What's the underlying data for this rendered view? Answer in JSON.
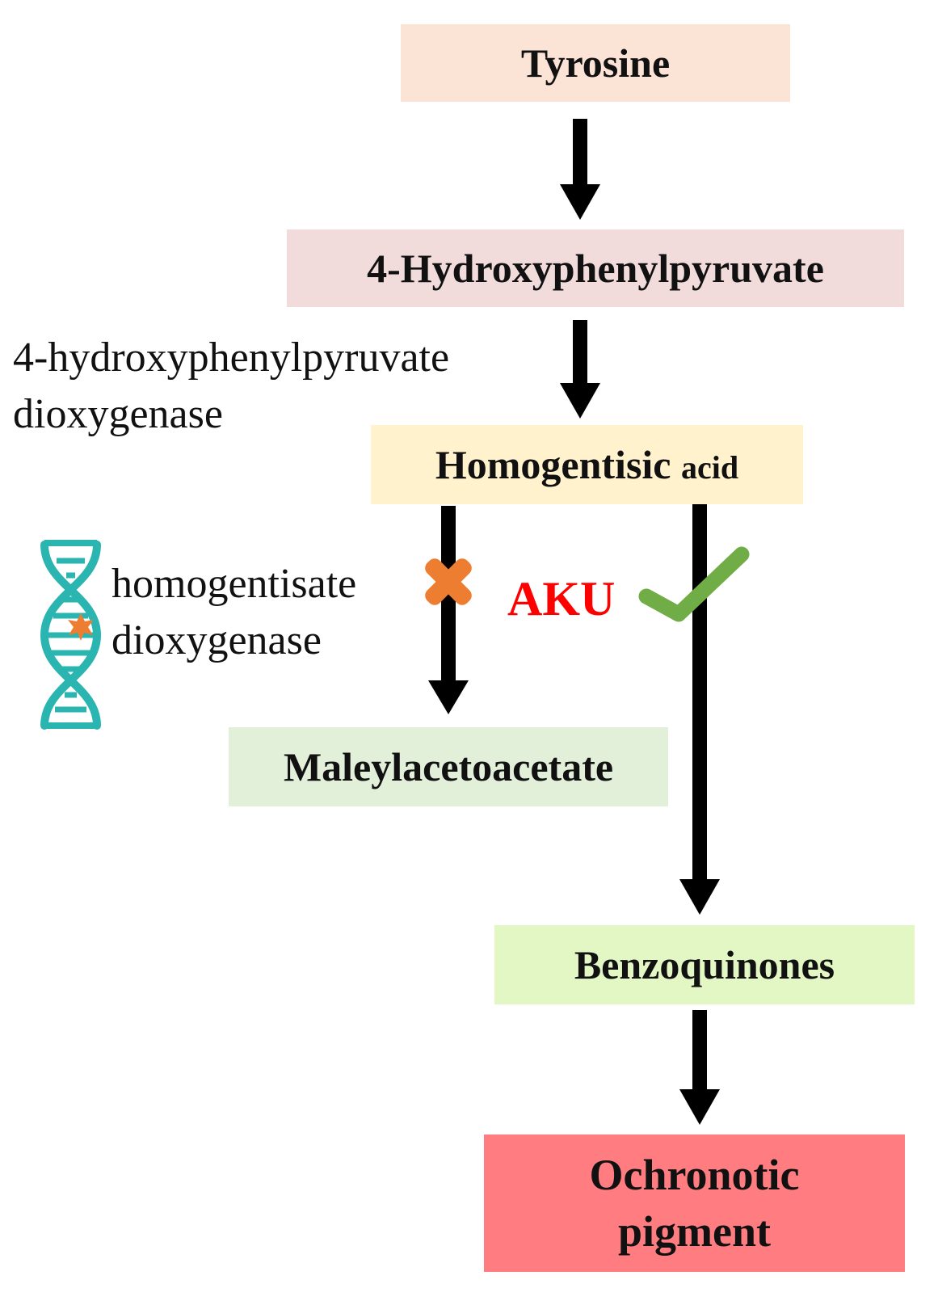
{
  "nodes": {
    "tyrosine": {
      "label": "Tyrosine",
      "color": "#fbe3d6"
    },
    "hpp": {
      "label": "4-Hydroxyphenylpyruvate",
      "color": "#f2dcdb"
    },
    "hga": {
      "label_main": "Homogentisic",
      "label_small": "acid",
      "color": "#fff2cc"
    },
    "maa": {
      "label": "Maleylacetoacetate",
      "color": "#e2efd9"
    },
    "bq": {
      "label": "Benzoquinones",
      "color": "#e2f7c4"
    },
    "op": {
      "line1": "Ochronotic",
      "line2": "pigment",
      "color": "#ff7c80"
    }
  },
  "enzymes": {
    "hppd": {
      "line1": "4-hydroxyphenylpyruvate",
      "line2": "dioxygenase"
    },
    "hgd": {
      "line1": "homogentisate",
      "line2": "dioxygenase"
    }
  },
  "markers": {
    "aku": {
      "label": "AKU",
      "color": "#ff0000"
    },
    "block_color": "#ed7d31",
    "check_color": "#70ad47",
    "dna_color": "#2ab5b0",
    "dna_mutation_color": "#ed7d31",
    "icons": [
      "dna-icon",
      "cross-icon",
      "check-icon"
    ]
  }
}
